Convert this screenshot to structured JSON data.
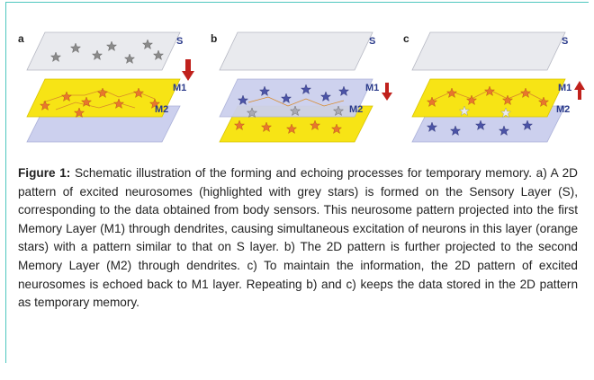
{
  "figure": {
    "caption_label": "Figure 1:",
    "caption_text": " Schematic illustration of the forming and echoing processes for temporary memory. a) A 2D pattern of excited neurosomes (highlighted with grey stars) is formed on the Sensory Layer (S), corresponding to the data obtained from body sensors. This neurosome pattern projected into the first Memory Layer (M1) through dendrites, causing simultaneous excitation of neurons in this layer (orange stars) with a pattern similar to that on S layer. b) The 2D pattern is further projected to the second Memory Layer (M2) through dendrites. c) To maintain the information, the 2D pattern of excited neurosomes is echoed back to M1 layer. Repeating b) and c) keeps the data stored in the 2D pattern as temporary memory.",
    "panels": [
      {
        "letter": "a",
        "layers": [
          "S",
          "M1",
          "M2"
        ],
        "arrow": "down"
      },
      {
        "letter": "b",
        "layers": [
          "S",
          "M1",
          "M2"
        ],
        "arrow": "down"
      },
      {
        "letter": "c",
        "layers": [
          "S",
          "M1",
          "M2"
        ],
        "arrow": "up"
      }
    ],
    "colors": {
      "sensory_layer": "#e9eaee",
      "memory_active": "#f7e415",
      "memory_inactive": "#ccd0ee",
      "arrow": "#c0211c",
      "grey_star": "#8a8a8a",
      "orange_star": "#e8772e",
      "blue_star": "#4b53a6"
    }
  }
}
